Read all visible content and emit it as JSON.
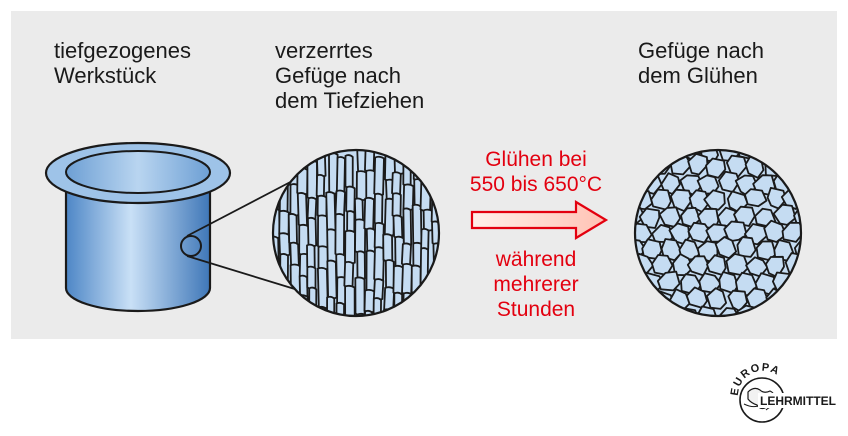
{
  "labels": {
    "workpiece": [
      "tiefgezogenes",
      "Werkstück"
    ],
    "distorted": [
      "verzerrtes",
      "Gefüge nach",
      "dem Tiefziehen"
    ],
    "annealed": [
      "Gefüge nach",
      "dem Glühen"
    ]
  },
  "process": {
    "top": [
      "Glühen bei",
      "550 bis 650°C"
    ],
    "bottom": [
      "während",
      "mehrerer",
      "Stunden"
    ]
  },
  "logo": {
    "top_text": "EUROPA",
    "bottom_text": "LEHRMITTEL"
  },
  "colors": {
    "background_panel": "#ebebeb",
    "steel_blue": "#8fb6df",
    "grain_fill": "#c5dcf2",
    "arrow_red": "#e3000f",
    "arrow_fill": "#ffd7cf",
    "outline": "#1a1a1a"
  }
}
